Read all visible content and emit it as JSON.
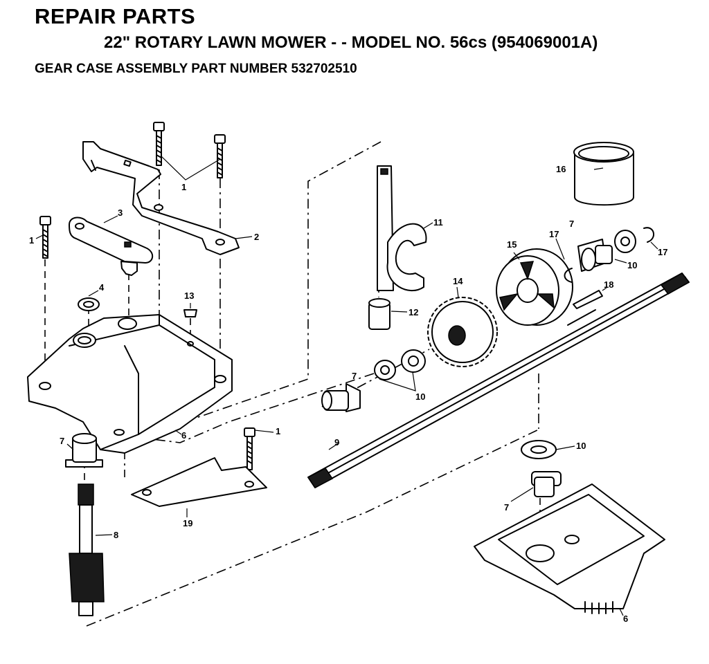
{
  "header": {
    "title": "REPAIR PARTS",
    "subtitle": "22\" ROTARY LAWN MOWER - - MODEL NO. 56cs (954069001A)",
    "assembly": "GEAR CASE ASSEMBLY PART NUMBER 532702510"
  },
  "callouts": {
    "c1a": "1",
    "c1b": "1",
    "c1c": "1",
    "c2": "2",
    "c3": "3",
    "c4": "4",
    "c6a": "6",
    "c6b": "6",
    "c7a": "7",
    "c7b": "7",
    "c7c": "7",
    "c7d": "7",
    "c8": "8",
    "c9": "9",
    "c10a": "10",
    "c10b": "10",
    "c10c": "10",
    "c11": "11",
    "c12": "12",
    "c13": "13",
    "c14": "14",
    "c15": "15",
    "c16": "16",
    "c17a": "17",
    "c17b": "17",
    "c18": "18",
    "c19": "19"
  }
}
